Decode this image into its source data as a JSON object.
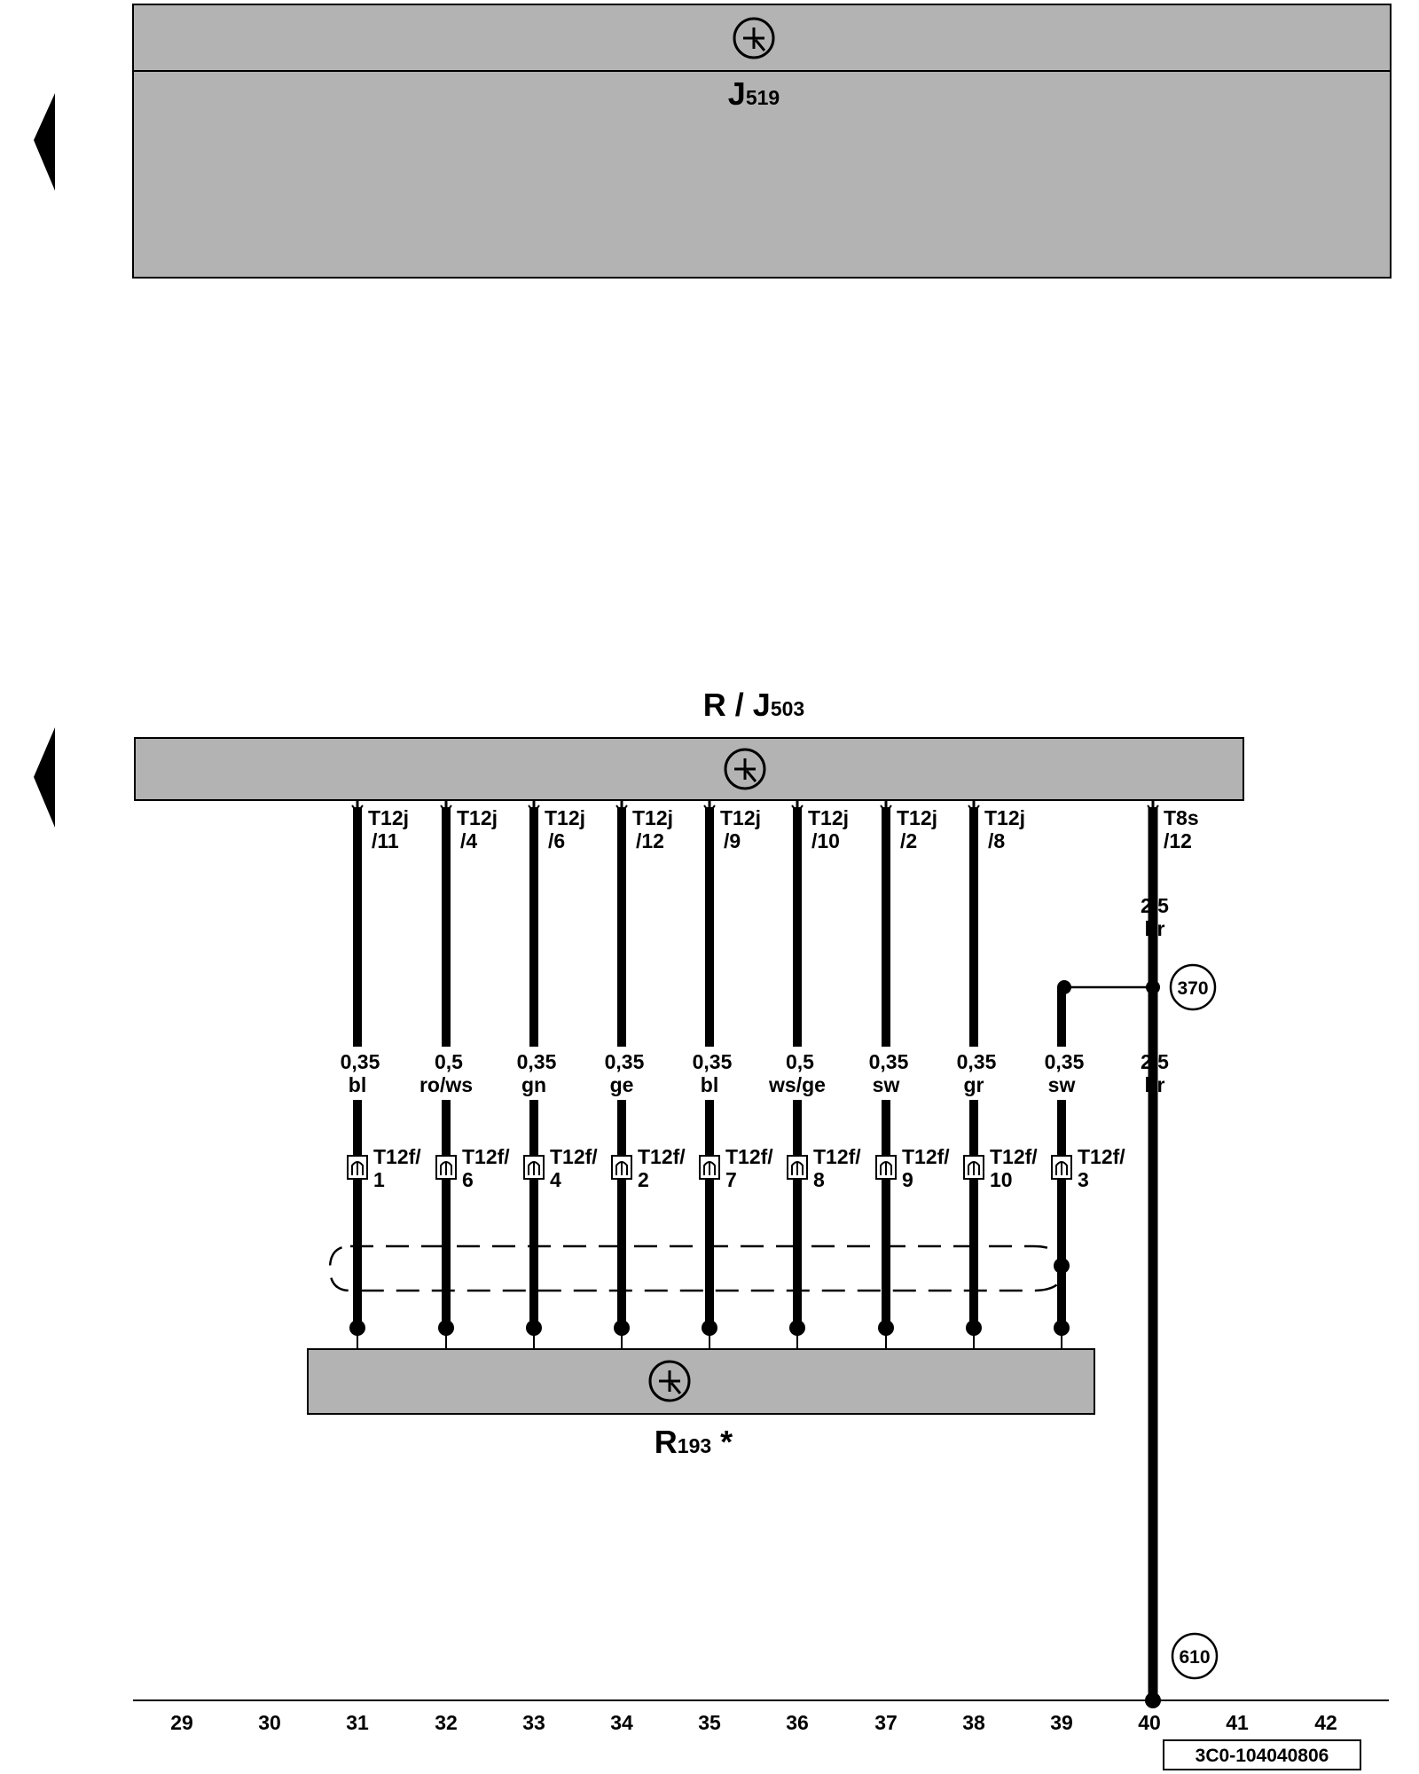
{
  "components": {
    "top_unit": {
      "main": "J",
      "sub": "519"
    },
    "radio": {
      "main": "R / J",
      "sub": "503"
    },
    "sensor": {
      "main": "R",
      "sub": "193",
      "suffix": "*"
    }
  },
  "wires": [
    {
      "top_pin": [
        "T12j",
        "/11"
      ],
      "spec": [
        "0,35",
        "bl"
      ],
      "bottom_pin": [
        "T12f/",
        "1"
      ]
    },
    {
      "top_pin": [
        "T12j",
        "/4"
      ],
      "spec": [
        "0,5",
        "ro/ws"
      ],
      "bottom_pin": [
        "T12f/",
        "6"
      ]
    },
    {
      "top_pin": [
        "T12j",
        "/6"
      ],
      "spec": [
        "0,35",
        "gn"
      ],
      "bottom_pin": [
        "T12f/",
        "4"
      ]
    },
    {
      "top_pin": [
        "T12j",
        "/12"
      ],
      "spec": [
        "0,35",
        "ge"
      ],
      "bottom_pin": [
        "T12f/",
        "2"
      ]
    },
    {
      "top_pin": [
        "T12j",
        "/9"
      ],
      "spec": [
        "0,35",
        "bl"
      ],
      "bottom_pin": [
        "T12f/",
        "7"
      ]
    },
    {
      "top_pin": [
        "T12j",
        "/10"
      ],
      "spec": [
        "0,5",
        "ws/ge"
      ],
      "bottom_pin": [
        "T12f/",
        "8"
      ]
    },
    {
      "top_pin": [
        "T12j",
        "/2"
      ],
      "spec": [
        "0,35",
        "sw"
      ],
      "bottom_pin": [
        "T12f/",
        "9"
      ]
    },
    {
      "top_pin": [
        "T12j",
        "/8"
      ],
      "spec": [
        "0,35",
        "gr"
      ],
      "bottom_pin": [
        "T12f/",
        "10"
      ]
    },
    {
      "top_pin": null,
      "spec": [
        "0,35",
        "sw"
      ],
      "bottom_pin": [
        "T12f/",
        "3"
      ]
    }
  ],
  "ground_wire": {
    "top_pin": [
      "T8s",
      "/12"
    ],
    "spec_upper": [
      "2,5",
      "br"
    ],
    "spec_lower": [
      "2,5",
      "br"
    ],
    "ref_upper": "370",
    "ref_lower": "610"
  },
  "column_numbers": [
    "29",
    "30",
    "31",
    "32",
    "33",
    "34",
    "35",
    "36",
    "37",
    "38",
    "39",
    "40",
    "41",
    "42"
  ],
  "document_id": "3C0-104040806"
}
